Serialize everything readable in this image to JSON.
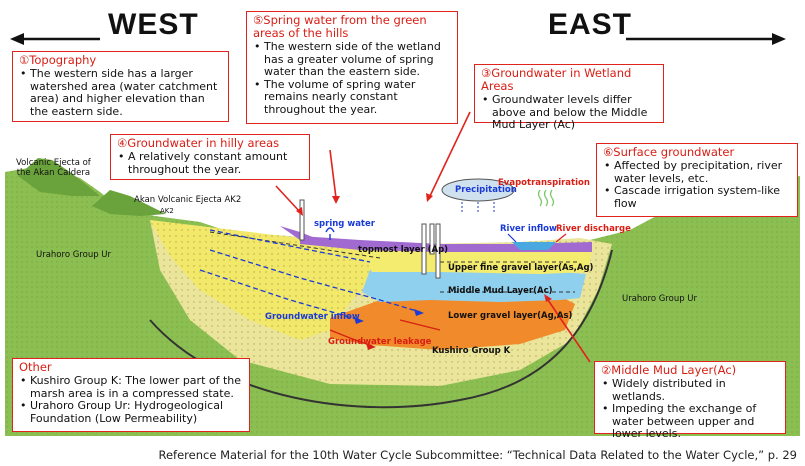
{
  "directions": {
    "west": "WEST",
    "east": "EAST"
  },
  "boxes": {
    "topography": {
      "title": "①Topography",
      "items": [
        "The western side has a larger watershed area (water catchment area) and higher elevation than the eastern side."
      ]
    },
    "spring": {
      "title": "⑤Spring water from the green areas of the hills",
      "items": [
        "The western side of the wetland has a greater volume of spring water than the eastern side.",
        "The volume of spring water remains nearly constant throughout the year."
      ]
    },
    "wetland": {
      "title": "③Groundwater in Wetland Areas",
      "items": [
        "Groundwater levels differ above and below the Middle Mud Layer (Ac)"
      ]
    },
    "hilly": {
      "title": "④Groundwater in hilly areas",
      "items": [
        "A relatively constant amount throughout the year."
      ]
    },
    "surface": {
      "title": "⑥Surface groundwater",
      "items": [
        "Affected by precipitation, river water levels, etc.",
        "Cascade irrigation system-like flow"
      ]
    },
    "other": {
      "title": "Other",
      "items": [
        "Kushiro Group K: The lower part of the marsh area is in a compressed state.",
        "Urahoro Group Ur: Hydrogeological Foundation (Low Permeability)"
      ]
    },
    "mud": {
      "title": "②Middle Mud Layer(Ac)",
      "items": [
        "Widely distributed in wetlands.",
        "Impeding the exchange of water between upper and lower levels."
      ]
    }
  },
  "labels": {
    "akan_caldera": "Volcanic Ejecta of\nthe Akan Caldera",
    "akan_ak2": "Akan Volcanic Ejecta AK2",
    "ak2": "AK2",
    "spring_water": "spring water",
    "precipitation": "Precipitation",
    "evapotranspiration": "Evapotranspiration",
    "river_inflow": "River inflow",
    "river_discharge": "River discharge",
    "topmost": "topmost layer (Ap)",
    "upper_gravel": "Upper fine gravel layer(As,Ag)",
    "middle_mud": "Middle Mud Layer(Ac)",
    "lower_gravel": "Lower gravel layer(Ag,As)",
    "urahoro_w": "Urahoro Group Ur",
    "urahoro_e": "Urahoro Group Ur",
    "gw_inflow": "Groundwater inflow",
    "gw_leakage": "Groundwater leakage",
    "kushiro": "Kushiro Group K"
  },
  "reference": "Reference Material for the 10th Water Cycle Subcommittee: “Technical Data Related to the Water Cycle,” p. 29",
  "colors": {
    "accent_red": "#e0231c",
    "label_blue": "#1a3bd6",
    "hill_green": "#7fb24a",
    "aquifer_yellow": "#f2e86a",
    "mud_blue": "#8fd0ee",
    "gravel_orange": "#f08a2a"
  }
}
